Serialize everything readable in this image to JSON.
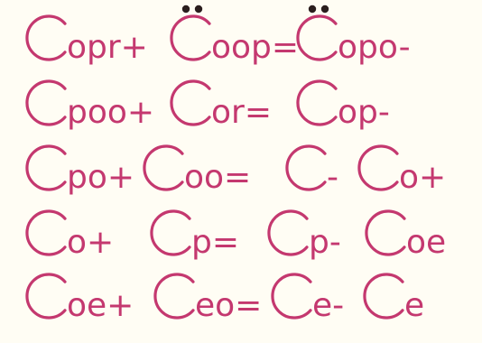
{
  "ink_color": "#c4386f",
  "paper_color": "#fffdf4",
  "lines": [
    {
      "terms": [
        {
          "letter": "C",
          "suffix": "opr+",
          "dots": false
        },
        {
          "letter": "C",
          "suffix": "oop=",
          "dots": true
        },
        {
          "letter": "C",
          "suffix": "opo-",
          "dots": true
        }
      ]
    },
    {
      "terms": [
        {
          "letter": "C",
          "suffix": "poo+",
          "dots": false
        },
        {
          "letter": "C",
          "suffix": "or=",
          "dots": false
        },
        {
          "letter": "C",
          "suffix": "op-",
          "dots": false
        }
      ]
    },
    {
      "terms": [
        {
          "letter": "C",
          "suffix": "po+",
          "dots": false
        },
        {
          "letter": "C",
          "suffix": "oo=",
          "dots": false
        },
        {
          "letter": "C",
          "suffix": "-",
          "dots": false
        },
        {
          "letter": "C",
          "suffix": "o+",
          "dots": false
        }
      ]
    },
    {
      "terms": [
        {
          "letter": "C",
          "suffix": "o+",
          "dots": false
        },
        {
          "letter": "C",
          "suffix": "p=",
          "dots": false
        },
        {
          "letter": "C",
          "suffix": "p-",
          "dots": false
        },
        {
          "letter": "C",
          "suffix": "oe",
          "dots": false
        }
      ]
    },
    {
      "terms": [
        {
          "letter": "C",
          "suffix": "oe+",
          "dots": false
        },
        {
          "letter": "C",
          "suffix": "eo=",
          "dots": false
        },
        {
          "letter": "C",
          "suffix": "e-",
          "dots": false
        },
        {
          "letter": "C",
          "suffix": "e",
          "dots": false
        }
      ]
    }
  ]
}
